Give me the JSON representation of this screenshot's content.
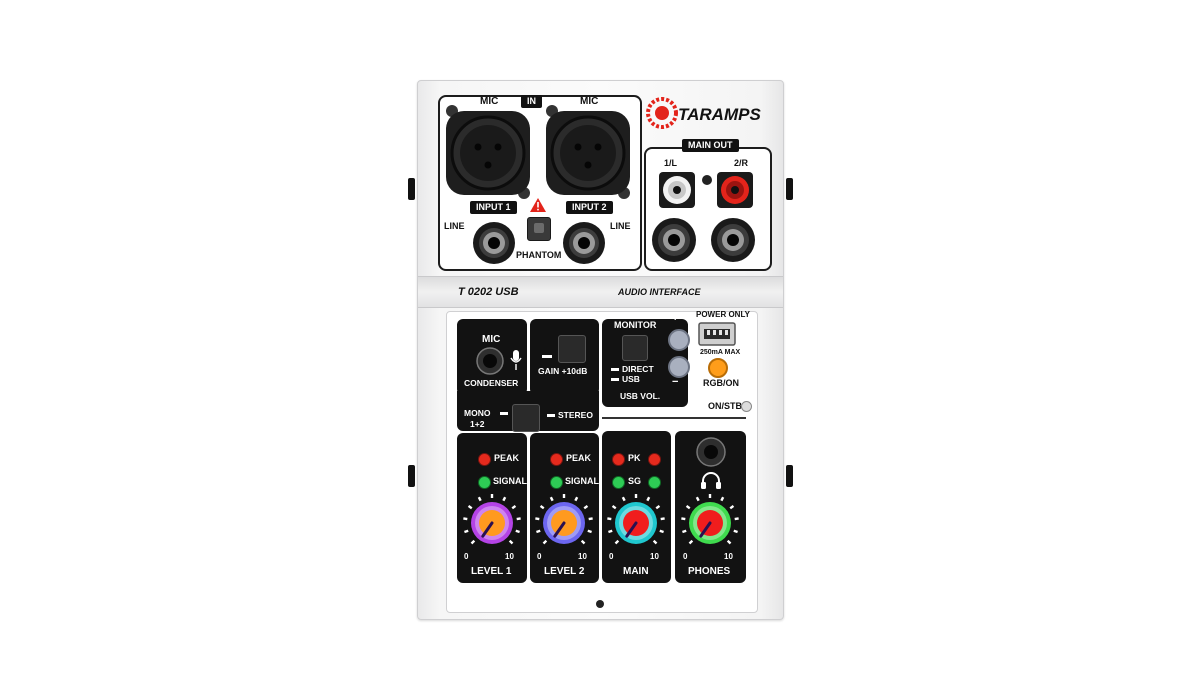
{
  "brand": {
    "name": "TARAMPS",
    "accent": "#e3241b"
  },
  "labels": {
    "mic1": "MIC",
    "in": "IN",
    "mic2": "MIC",
    "input1": "INPUT 1",
    "input2": "INPUT 2",
    "line_left": "LINE",
    "line_right": "LINE",
    "phantom": "PHANTOM",
    "main_out": "MAIN OUT",
    "out_left": "1/L",
    "out_right": "2/R",
    "model": "T 0202 USB",
    "subtitle": "AUDIO INTERFACE",
    "mic_condenser": "MIC",
    "condenser": "CONDENSER",
    "gain": "GAIN +10dB",
    "monitor": "MONITOR",
    "direct": "DIRECT",
    "usb": "USB",
    "usb_vol": "USB VOL.",
    "vol_plus": "+",
    "vol_minus": "−",
    "power_only": "POWER ONLY",
    "max_current": "250mA MAX",
    "rgb_on": "RGB/ON",
    "on_stb": "ON/STB",
    "mono": "MONO",
    "mono_sub": "1+2",
    "stereo": "STEREO",
    "peak1": "PEAK",
    "signal1": "SIGNAL",
    "peak2": "PEAK",
    "signal2": "SIGNAL",
    "pk": "PK",
    "sg": "SG"
  },
  "knobs": [
    {
      "label": "LEVEL 1",
      "min": "0",
      "max": "10",
      "ring": "#b443e6",
      "cap": "#ff9a1f",
      "pointer_deg": 215
    },
    {
      "label": "LEVEL 2",
      "min": "0",
      "max": "10",
      "ring": "#6c66f0",
      "cap": "#ff9a1f",
      "pointer_deg": 215
    },
    {
      "label": "MAIN",
      "min": "0",
      "max": "10",
      "ring": "#1fc7cf",
      "cap": "#f01d1d",
      "pointer_deg": 215
    },
    {
      "label": "PHONES",
      "min": "0",
      "max": "10",
      "ring": "#3fdb4e",
      "cap": "#f01d1d",
      "pointer_deg": 215
    }
  ],
  "colors": {
    "peak_led": "#e52a1d",
    "signal_led": "#2ecc55",
    "rgb_led": "#ff9d1a",
    "panel_black": "#121212"
  }
}
